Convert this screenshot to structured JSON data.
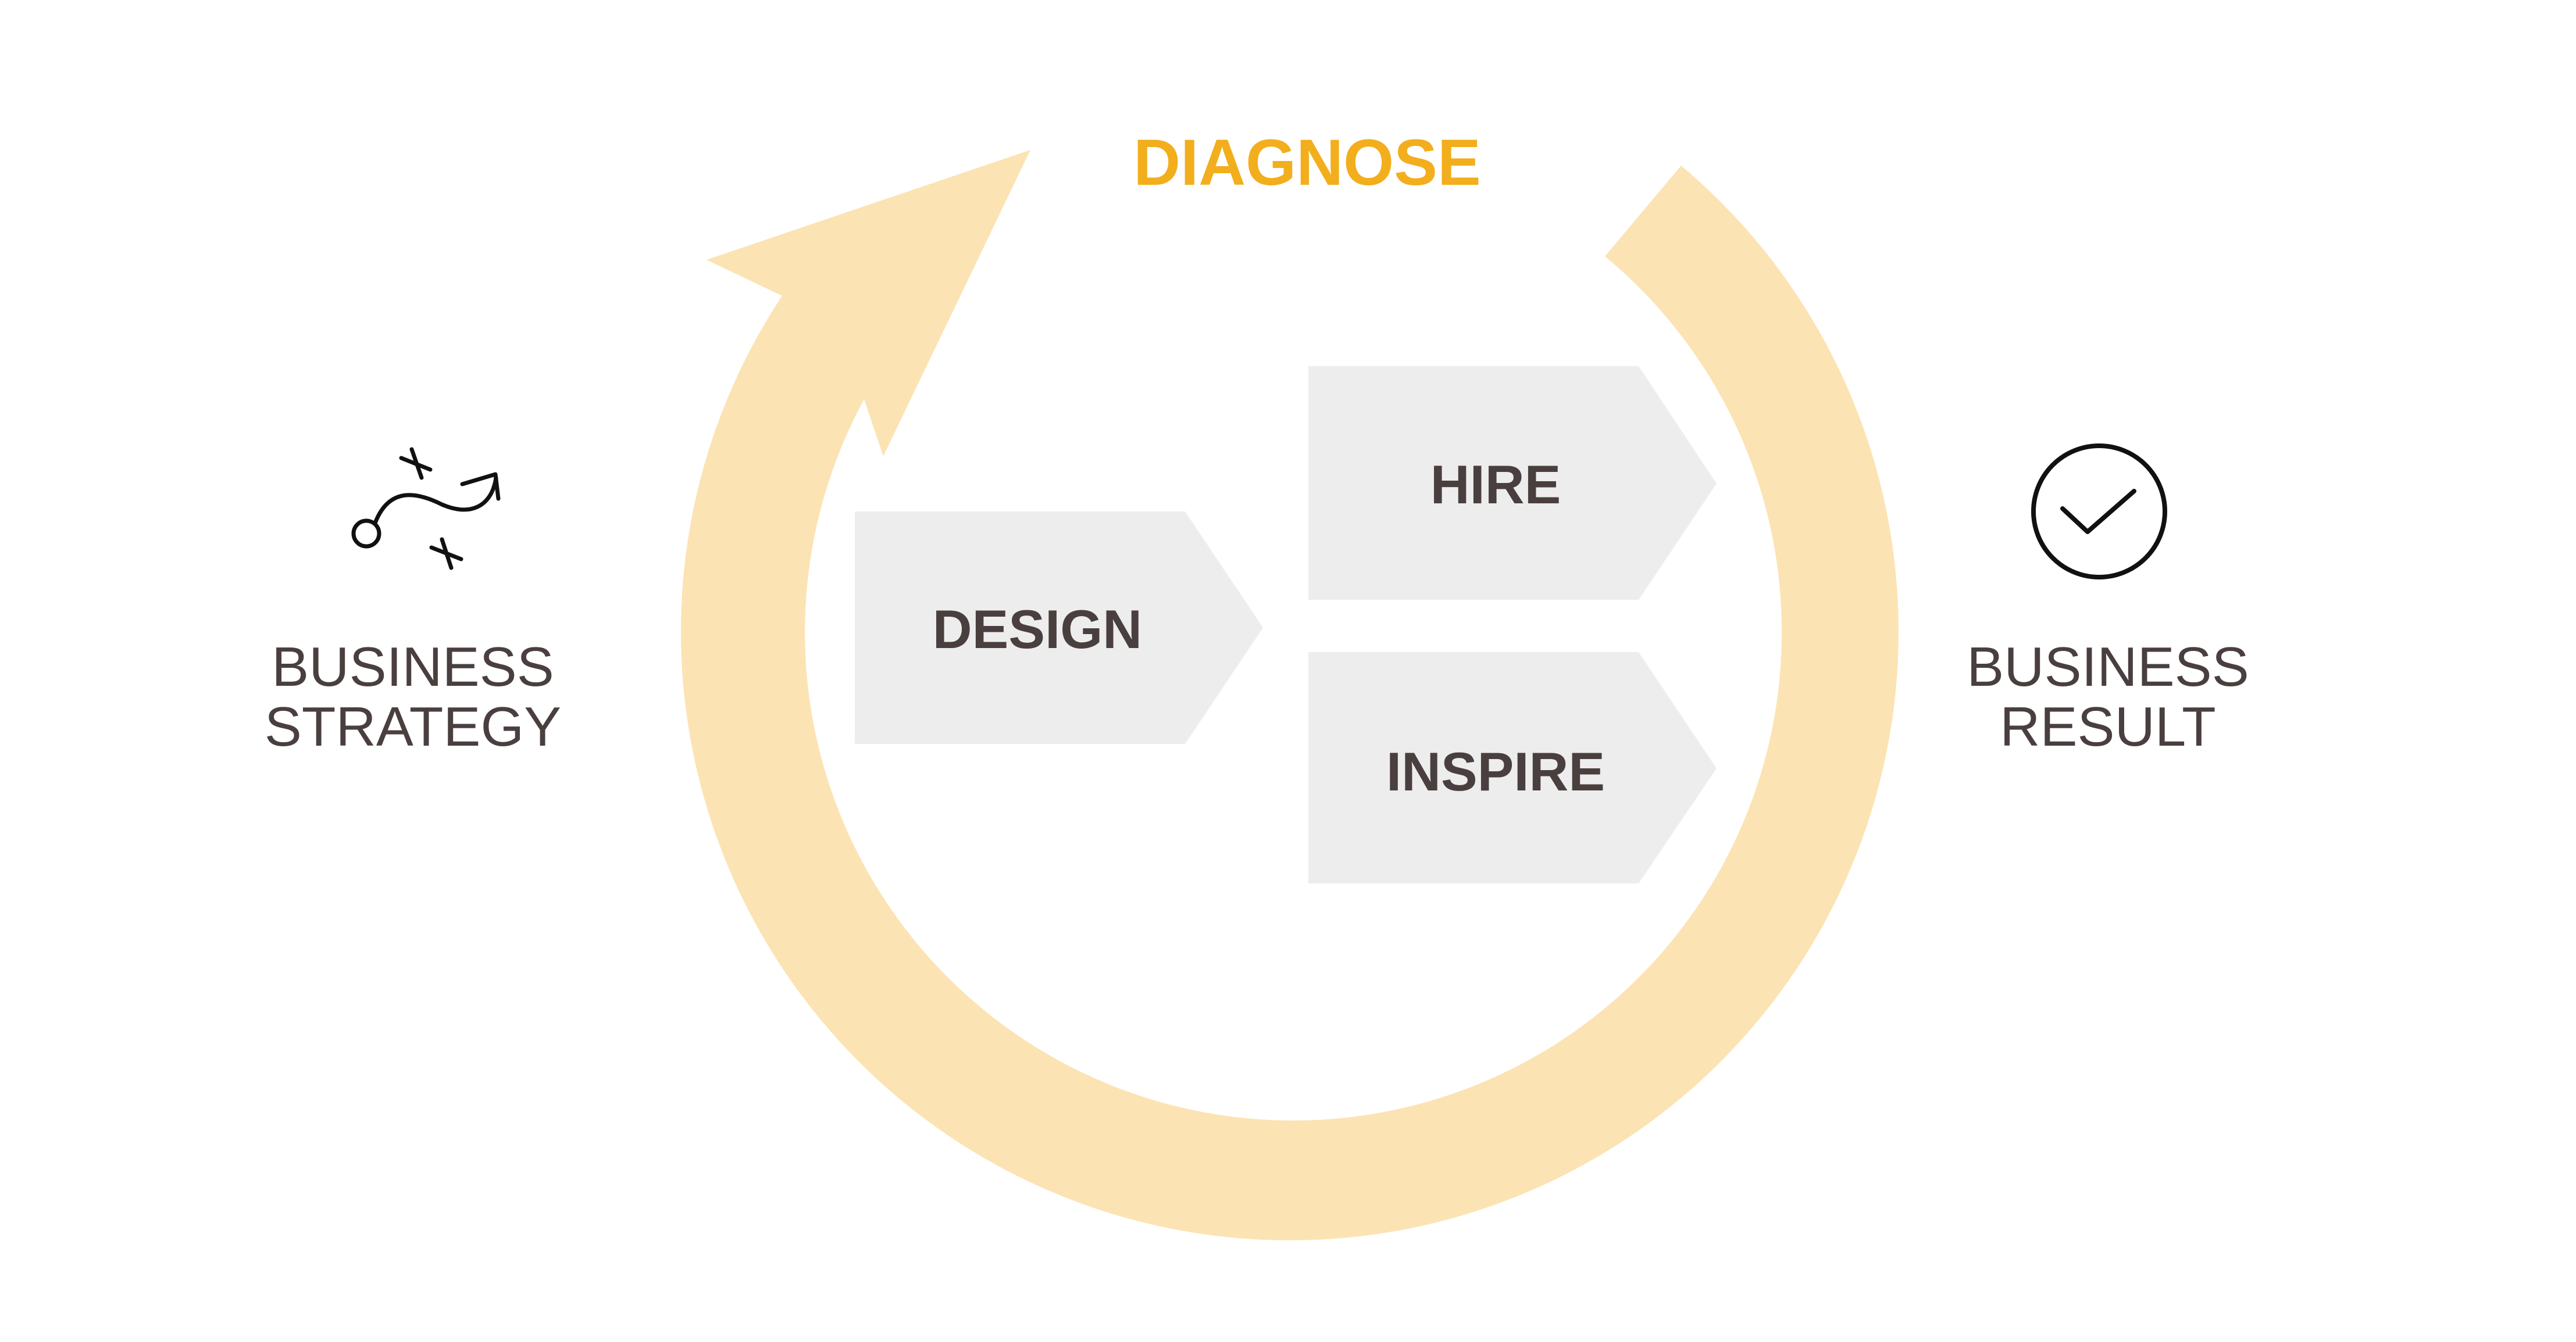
{
  "diagram": {
    "center_label": "DIAGNOSE",
    "steps": {
      "design": "DESIGN",
      "hire": "HIRE",
      "inspire": "INSPIRE"
    },
    "left": {
      "line1": "BUSINESS",
      "line2": "STRATEGY",
      "icon": "strategy-path-icon"
    },
    "right": {
      "line1": "BUSINESS",
      "line2": "RESULT",
      "icon": "check-circle-icon"
    }
  },
  "colors": {
    "ring": "#FCE3B3",
    "accent": "#F2AE1C",
    "step_fill": "#EDEDED",
    "step_text": "#4A3F3F",
    "side_text": "#4A3F3F",
    "icon_stroke": "#111111"
  }
}
